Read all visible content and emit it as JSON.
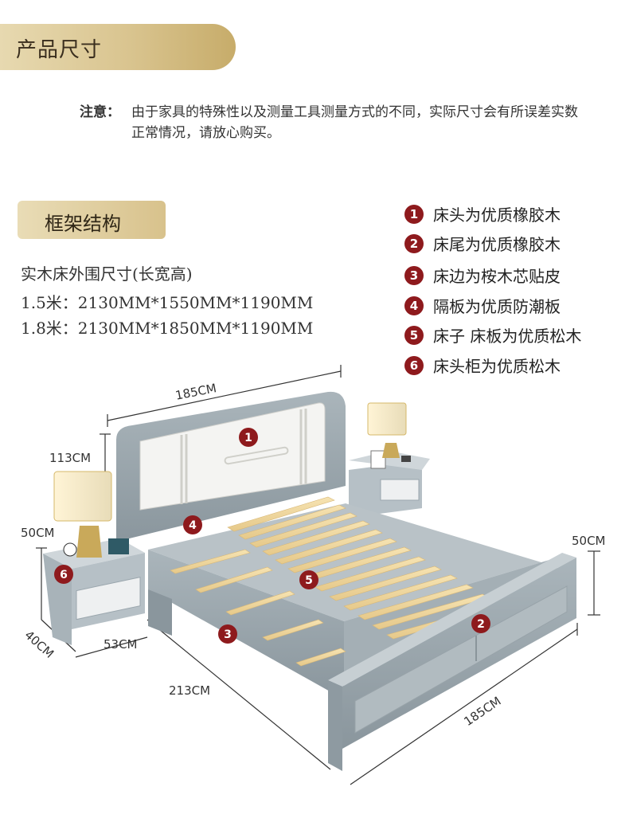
{
  "header": {
    "title": "产品尺寸"
  },
  "notice": {
    "label": "注意：",
    "text": "由于家具的特殊性以及测量工具测量方式的不同，实际尺寸会有所误差实数正常情况，请放心购买。"
  },
  "frame": {
    "title": "框架结构"
  },
  "dimensions": {
    "title": "实木床外围尺寸(长宽高)",
    "rows": [
      {
        "text": "1.5米：2130MM*1550MM*1190MM"
      },
      {
        "text": "1.8米：2130MM*1850MM*1190MM"
      }
    ]
  },
  "features": [
    {
      "num": "1",
      "text": "床头为优质橡胶木"
    },
    {
      "num": "2",
      "text": "床尾为优质橡胶木"
    },
    {
      "num": "3",
      "text": "床边为桉木芯贴皮"
    },
    {
      "num": "4",
      "text": "隔板为优质防潮板"
    },
    {
      "num": "5",
      "text": "床子 床板为优质松木"
    },
    {
      "num": "6",
      "text": "床头柜为优质松木"
    }
  ],
  "diagram": {
    "labels": {
      "top_width": "185CM",
      "head_height": "113CM",
      "nightstand_height": "50CM",
      "foot_height": "50CM",
      "nightstand_depth": "40CM",
      "nightstand_width": "53CM",
      "length": "213CM",
      "bottom_width": "185CM"
    },
    "markers": [
      "1",
      "2",
      "3",
      "4",
      "5",
      "6"
    ],
    "colors": {
      "frame": "#9aa6ad",
      "slat": "#f0d9a0",
      "marker": "#8e1a1d",
      "gold": "#d9c48f"
    }
  }
}
